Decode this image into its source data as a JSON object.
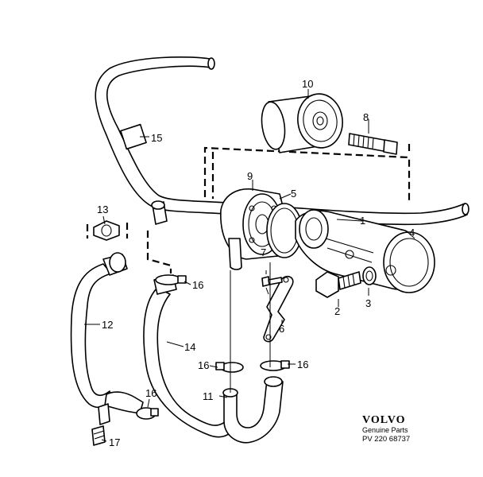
{
  "callouts": {
    "c1": "1",
    "c2": "2",
    "c3": "3",
    "c4": "4",
    "c5": "5",
    "c6": "6",
    "c7": "7",
    "c8": "8",
    "c9": "9",
    "c10": "10",
    "c11": "11",
    "c12": "12",
    "c13": "13",
    "c14": "14",
    "c15": "15",
    "c16a": "16",
    "c16b": "16",
    "c16c": "16",
    "c16d": "16",
    "c17": "17"
  },
  "branding": {
    "logo": "VOLVO",
    "subtitle": "Genuine Parts",
    "code": "PV 220 68737"
  }
}
